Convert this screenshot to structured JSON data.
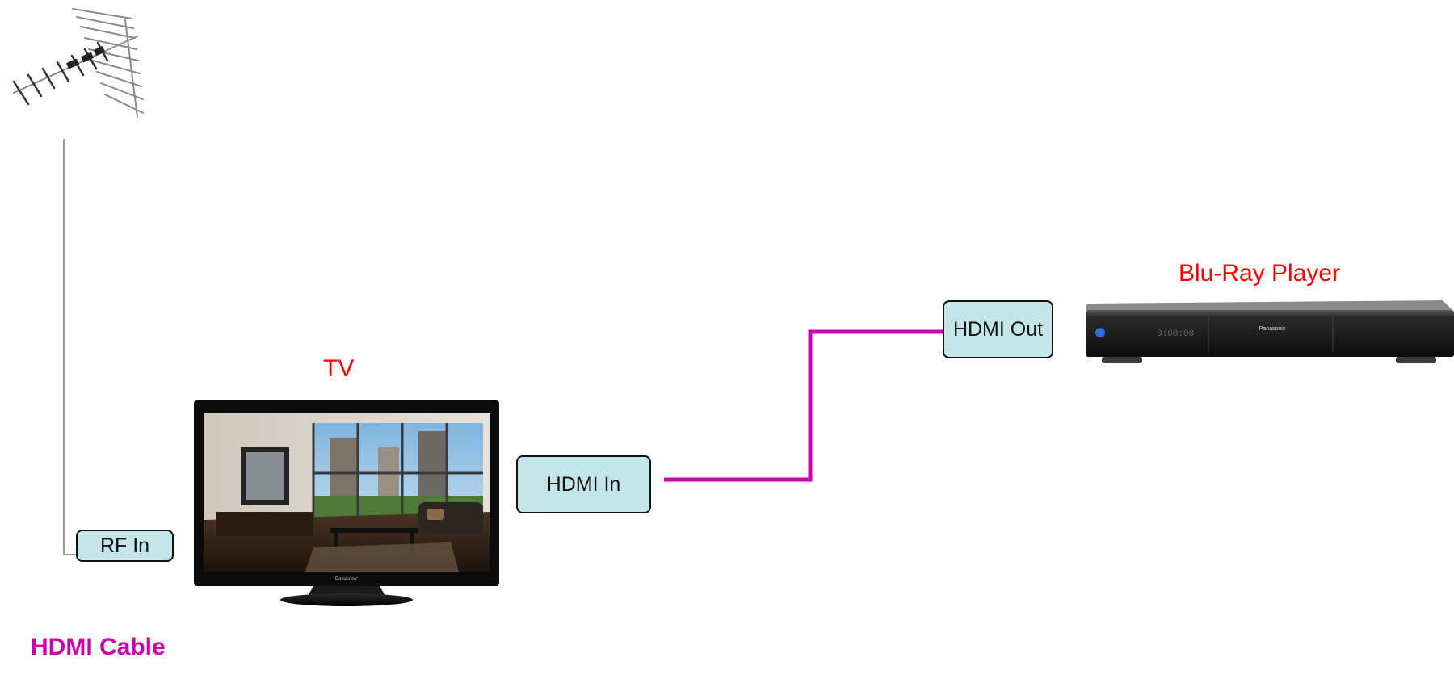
{
  "devices": {
    "tv": {
      "label": "TV",
      "ports": {
        "rf_in": "RF In",
        "hdmi_in": "HDMI In"
      }
    },
    "bluray": {
      "label": "Blu-Ray Player",
      "ports": {
        "hdmi_out": "HDMI Out"
      },
      "display": "0:00:00",
      "brand": "Panasonic"
    },
    "tv_brand": "Panasonic"
  },
  "legend": {
    "hdmi_cable": "HDMI Cable"
  },
  "colors": {
    "label_red": "#ff0000",
    "hdmi_cable": "#cc00aa",
    "antenna_cable": "#777777",
    "port_fill": "#c5e6e8"
  },
  "icons": {
    "antenna": "antenna-icon",
    "tv": "tv-icon",
    "bluray": "bluray-player-icon"
  }
}
